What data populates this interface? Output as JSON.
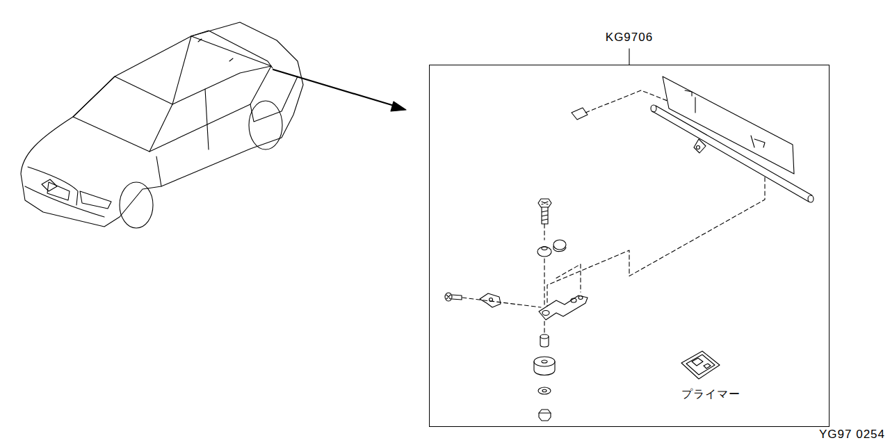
{
  "diagram": {
    "nodes": [
      {
        "text": [
          "KG9706"
        ]
      }
    ],
    "labels": [
      "プライマー",
      "YG97 0254"
    ]
  }
}
